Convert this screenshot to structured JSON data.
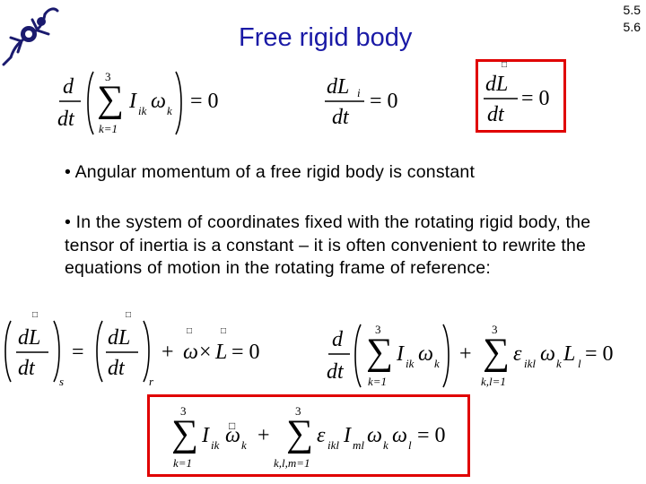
{
  "slide": {
    "title": "Free rigid body",
    "slide_numbers": [
      "5.5",
      "5.6"
    ],
    "bullets": [
      "• Angular momentum of a free rigid body is constant",
      "• In the system of coordinates fixed with the rotating rigid body, the tensor of inertia is a constant – it is often convenient to rewrite the equations of motion in the rotating frame of reference:"
    ],
    "equations": {
      "eq1": {
        "d": "d",
        "dt": "dt",
        "sum_top": "3",
        "sum_bottom": "k=1",
        "term": "I",
        "term_sub": "ik",
        "omega": "ω",
        "omega_sub": "k",
        "rhs": "= 0"
      },
      "eq2": {
        "num": "dL",
        "num_sub": "i",
        "den": "dt",
        "rhs": "= 0"
      },
      "eq3": {
        "num": "dL",
        "den": "dt",
        "rhs": "= 0"
      },
      "eq4": {
        "num": "dL",
        "den": "dt",
        "sub_left": "s",
        "sub_right": "r",
        "equals": "=",
        "plus": "+",
        "omega": "ω",
        "cross": "×",
        "L": "L",
        "rhs": "= 0"
      },
      "eq5": {
        "d": "d",
        "dt": "dt",
        "sum_top": "3",
        "sum_bottom": "k=1",
        "sum2_bottom": "k,l=1",
        "I": "I",
        "I_sub": "ik",
        "omega": "ω",
        "omega_sub": "k",
        "plus": "+",
        "eps": "ε",
        "eps_sub": "ikl",
        "L": "L",
        "L_sub": "l",
        "rhs": "= 0"
      },
      "eq6": {
        "sum_top": "3",
        "sum_bottom": "k=1",
        "sum2_bottom": "k,l,m=1",
        "I": "I",
        "I_sub": "ik",
        "omega": "ω",
        "omega_sub": "k",
        "plus": "+",
        "eps": "ε",
        "eps_sub": "ikl",
        "I2_sub": "ml",
        "omega2_sub": "k",
        "omega3_sub": "l",
        "rhs": "= 0"
      }
    },
    "colors": {
      "title": "#1a1aa6",
      "highlight_box": "#e00000"
    },
    "logo": "lizard-logo"
  }
}
